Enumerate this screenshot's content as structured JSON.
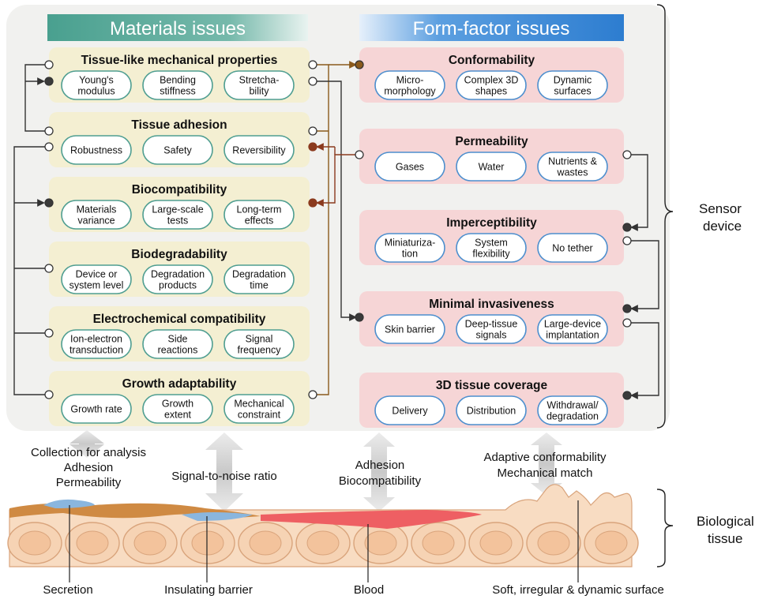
{
  "headers": {
    "materials": "Materials issues",
    "form_factor": "Form-factor issues"
  },
  "materials_blocks": [
    {
      "title": "Tissue-like mechanical properties",
      "items": [
        [
          "Young's",
          "modulus"
        ],
        [
          "Bending",
          "stiffness"
        ],
        [
          "Stretcha-",
          "bility"
        ]
      ]
    },
    {
      "title": "Tissue adhesion",
      "items": [
        [
          "Robustness"
        ],
        [
          "Safety"
        ],
        [
          "Reversibility"
        ]
      ]
    },
    {
      "title": "Biocompatibility",
      "items": [
        [
          "Materials",
          "variance"
        ],
        [
          "Large-scale",
          "tests"
        ],
        [
          "Long-term",
          "effects"
        ]
      ]
    },
    {
      "title": "Biodegradability",
      "items": [
        [
          "Device or",
          "system level"
        ],
        [
          "Degradation",
          "products"
        ],
        [
          "Degradation",
          "time"
        ]
      ]
    },
    {
      "title": "Electrochemical compatibility",
      "items": [
        [
          "Ion-electron",
          "transduction"
        ],
        [
          "Side",
          "reactions"
        ],
        [
          "Signal",
          "frequency"
        ]
      ]
    },
    {
      "title": "Growth adaptability",
      "items": [
        [
          "Growth rate"
        ],
        [
          "Growth",
          "extent"
        ],
        [
          "Mechanical",
          "constraint"
        ]
      ]
    }
  ],
  "form_blocks": [
    {
      "title": "Conformability",
      "items": [
        [
          "Micro-",
          "morphology"
        ],
        [
          "Complex 3D",
          "shapes"
        ],
        [
          "Dynamic",
          "surfaces"
        ]
      ]
    },
    {
      "title": "Permeability",
      "items": [
        [
          "Gases"
        ],
        [
          "Water"
        ],
        [
          "Nutrients &",
          "wastes"
        ]
      ]
    },
    {
      "title": "Imperceptibility",
      "items": [
        [
          "Miniaturiza-",
          "tion"
        ],
        [
          "System",
          "flexibility"
        ],
        [
          "No tether"
        ]
      ]
    },
    {
      "title": "Minimal invasiveness",
      "items": [
        [
          "Skin barrier"
        ],
        [
          "Deep-tissue",
          "signals"
        ],
        [
          "Large-device",
          "implantation"
        ]
      ]
    },
    {
      "title": "3D tissue coverage",
      "items": [
        [
          "Delivery"
        ],
        [
          "Distribution"
        ],
        [
          "Withdrawal/",
          "degradation"
        ]
      ]
    }
  ],
  "side_labels": {
    "sensor": [
      "Sensor",
      "device"
    ],
    "tissue": [
      "Biological",
      "tissue"
    ]
  },
  "interface_labels": [
    [
      "Collection for analysis",
      "Adhesion",
      "Permeability"
    ],
    [
      "Signal-to-noise ratio"
    ],
    [
      "Adhesion",
      "Biocompatibility"
    ],
    [
      "Adaptive conformability",
      "Mechanical match"
    ]
  ],
  "tissue_labels": [
    "Secretion",
    "Insulating barrier",
    "Blood",
    "Soft, irregular & dynamic surface"
  ],
  "colors": {
    "panel": "#f1f1ef",
    "material_box": "#f4efd2",
    "form_box": "#f6d5d6",
    "material_pill_border": "#4f9e91",
    "form_pill_border": "#4d8fce",
    "materials_header": "#5aa89b",
    "form_header": "#4f97d9",
    "brown_connector": "#8a5a1c",
    "red_connector": "#8b3a1e",
    "cell_fill": "#f6d3b4",
    "cell_border": "#d9a47c",
    "blood": "#ee5f63",
    "secretion": "#8ab6de",
    "barrier": "#cf8a43"
  }
}
